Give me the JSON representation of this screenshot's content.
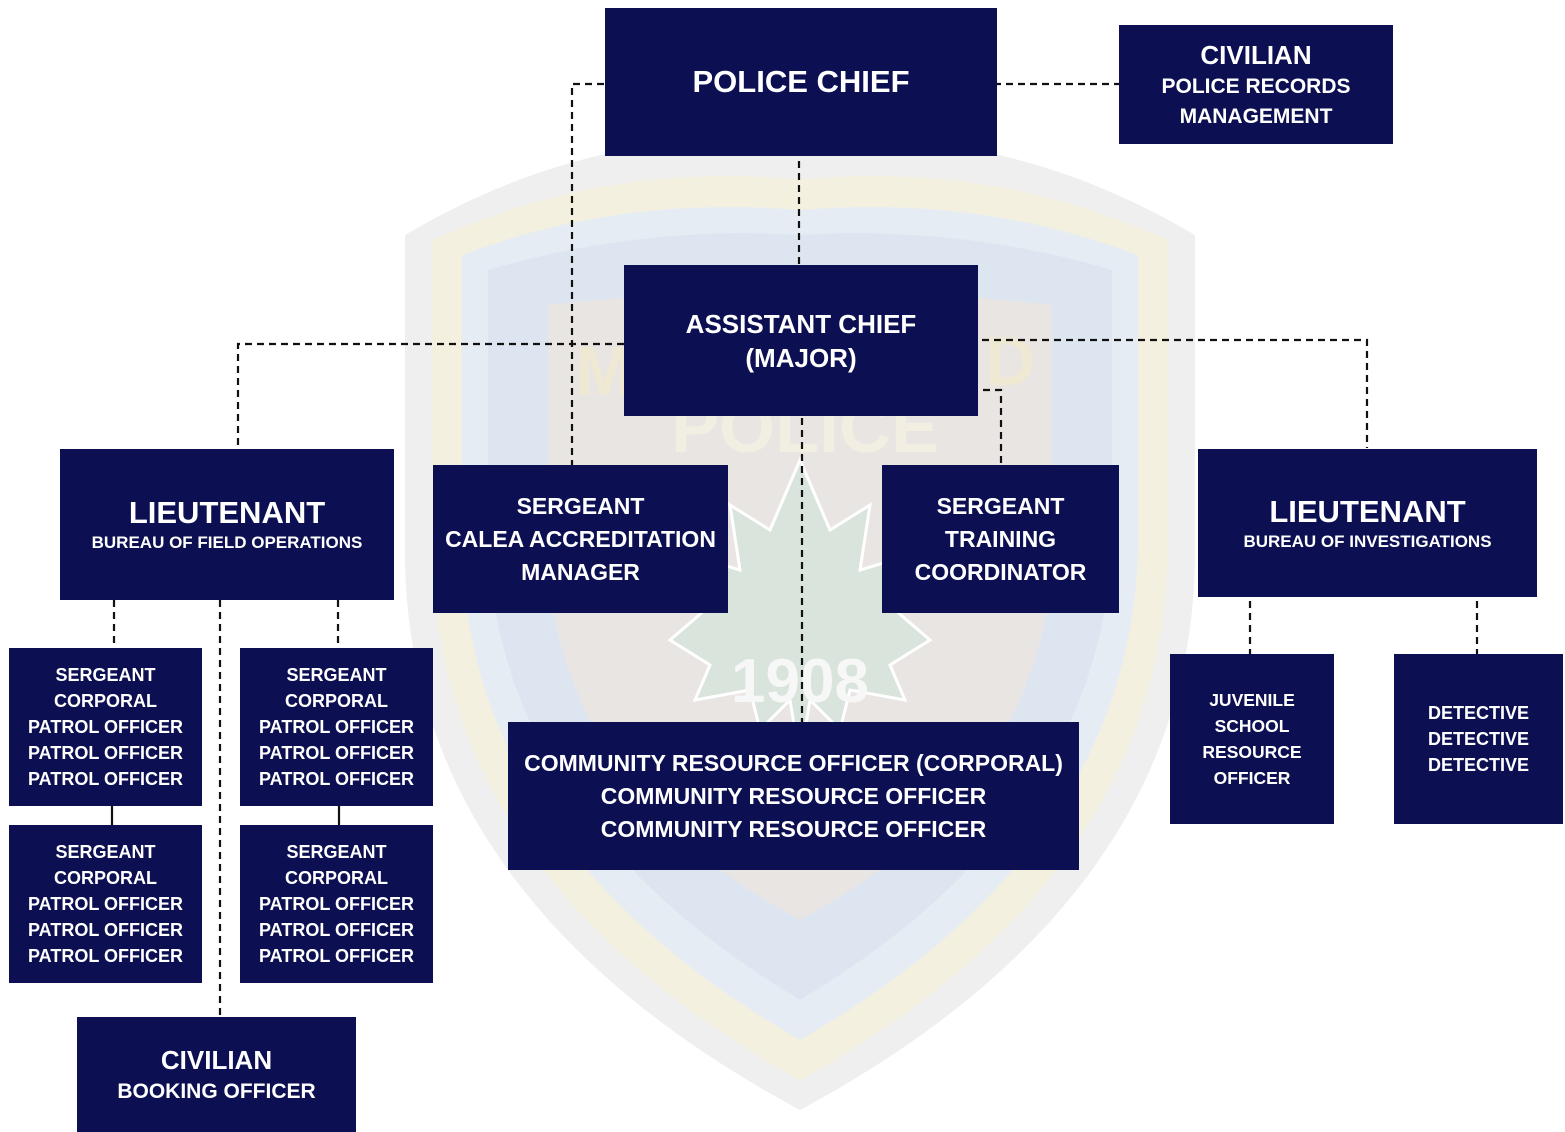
{
  "colors": {
    "box_fill": "#0c1052",
    "box_text": "#ffffff",
    "connector": "#111111",
    "crest_outer": "#ececec",
    "crest_ring": "#f3efdf",
    "crest_inner": "#dde6f1",
    "crest_leaf": "#d8e3dc"
  },
  "watermark": {
    "seal_name": "police-department-crest",
    "text_top": "M",
    "text_right": "D",
    "text_word": "POLICE",
    "year": "1908"
  },
  "chief": {
    "title": "POLICE CHIEF"
  },
  "records": {
    "role": "CIVILIAN",
    "lines": [
      "POLICE RECORDS",
      "MANAGEMENT"
    ]
  },
  "assistant": {
    "lines": [
      "ASSISTANT CHIEF",
      "(MAJOR)"
    ]
  },
  "lt_field": {
    "title": "LIEUTENANT",
    "subtitle": "BUREAU OF FIELD OPERATIONS"
  },
  "calea": {
    "lines": [
      "SERGEANT",
      "CALEA ACCREDITATION",
      "MANAGER"
    ]
  },
  "training": {
    "lines": [
      "SERGEANT",
      "TRAINING",
      "COORDINATOR"
    ]
  },
  "lt_invest": {
    "title": "LIEUTENANT",
    "subtitle": "BUREAU OF INVESTIGATIONS"
  },
  "squads": [
    {
      "lines": [
        "SERGEANT",
        "CORPORAL",
        "PATROL OFFICER",
        "PATROL OFFICER",
        "PATROL OFFICER"
      ]
    },
    {
      "lines": [
        "SERGEANT",
        "CORPORAL",
        "PATROL OFFICER",
        "PATROL OFFICER",
        "PATROL OFFICER"
      ]
    },
    {
      "lines": [
        "SERGEANT",
        "CORPORAL",
        "PATROL OFFICER",
        "PATROL OFFICER",
        "PATROL OFFICER"
      ]
    },
    {
      "lines": [
        "SERGEANT",
        "CORPORAL",
        "PATROL OFFICER",
        "PATROL OFFICER",
        "PATROL OFFICER"
      ]
    }
  ],
  "booking": {
    "role": "CIVILIAN",
    "title": "BOOKING OFFICER"
  },
  "community": {
    "lines": [
      "COMMUNITY RESOURCE OFFICER (CORPORAL)",
      "COMMUNITY RESOURCE OFFICER",
      "COMMUNITY RESOURCE OFFICER"
    ]
  },
  "juvenile": {
    "lines": [
      "JUVENILE",
      "SCHOOL",
      "RESOURCE",
      "OFFICER"
    ]
  },
  "detectives": {
    "lines": [
      "DETECTIVE",
      "DETECTIVE",
      "DETECTIVE"
    ]
  }
}
